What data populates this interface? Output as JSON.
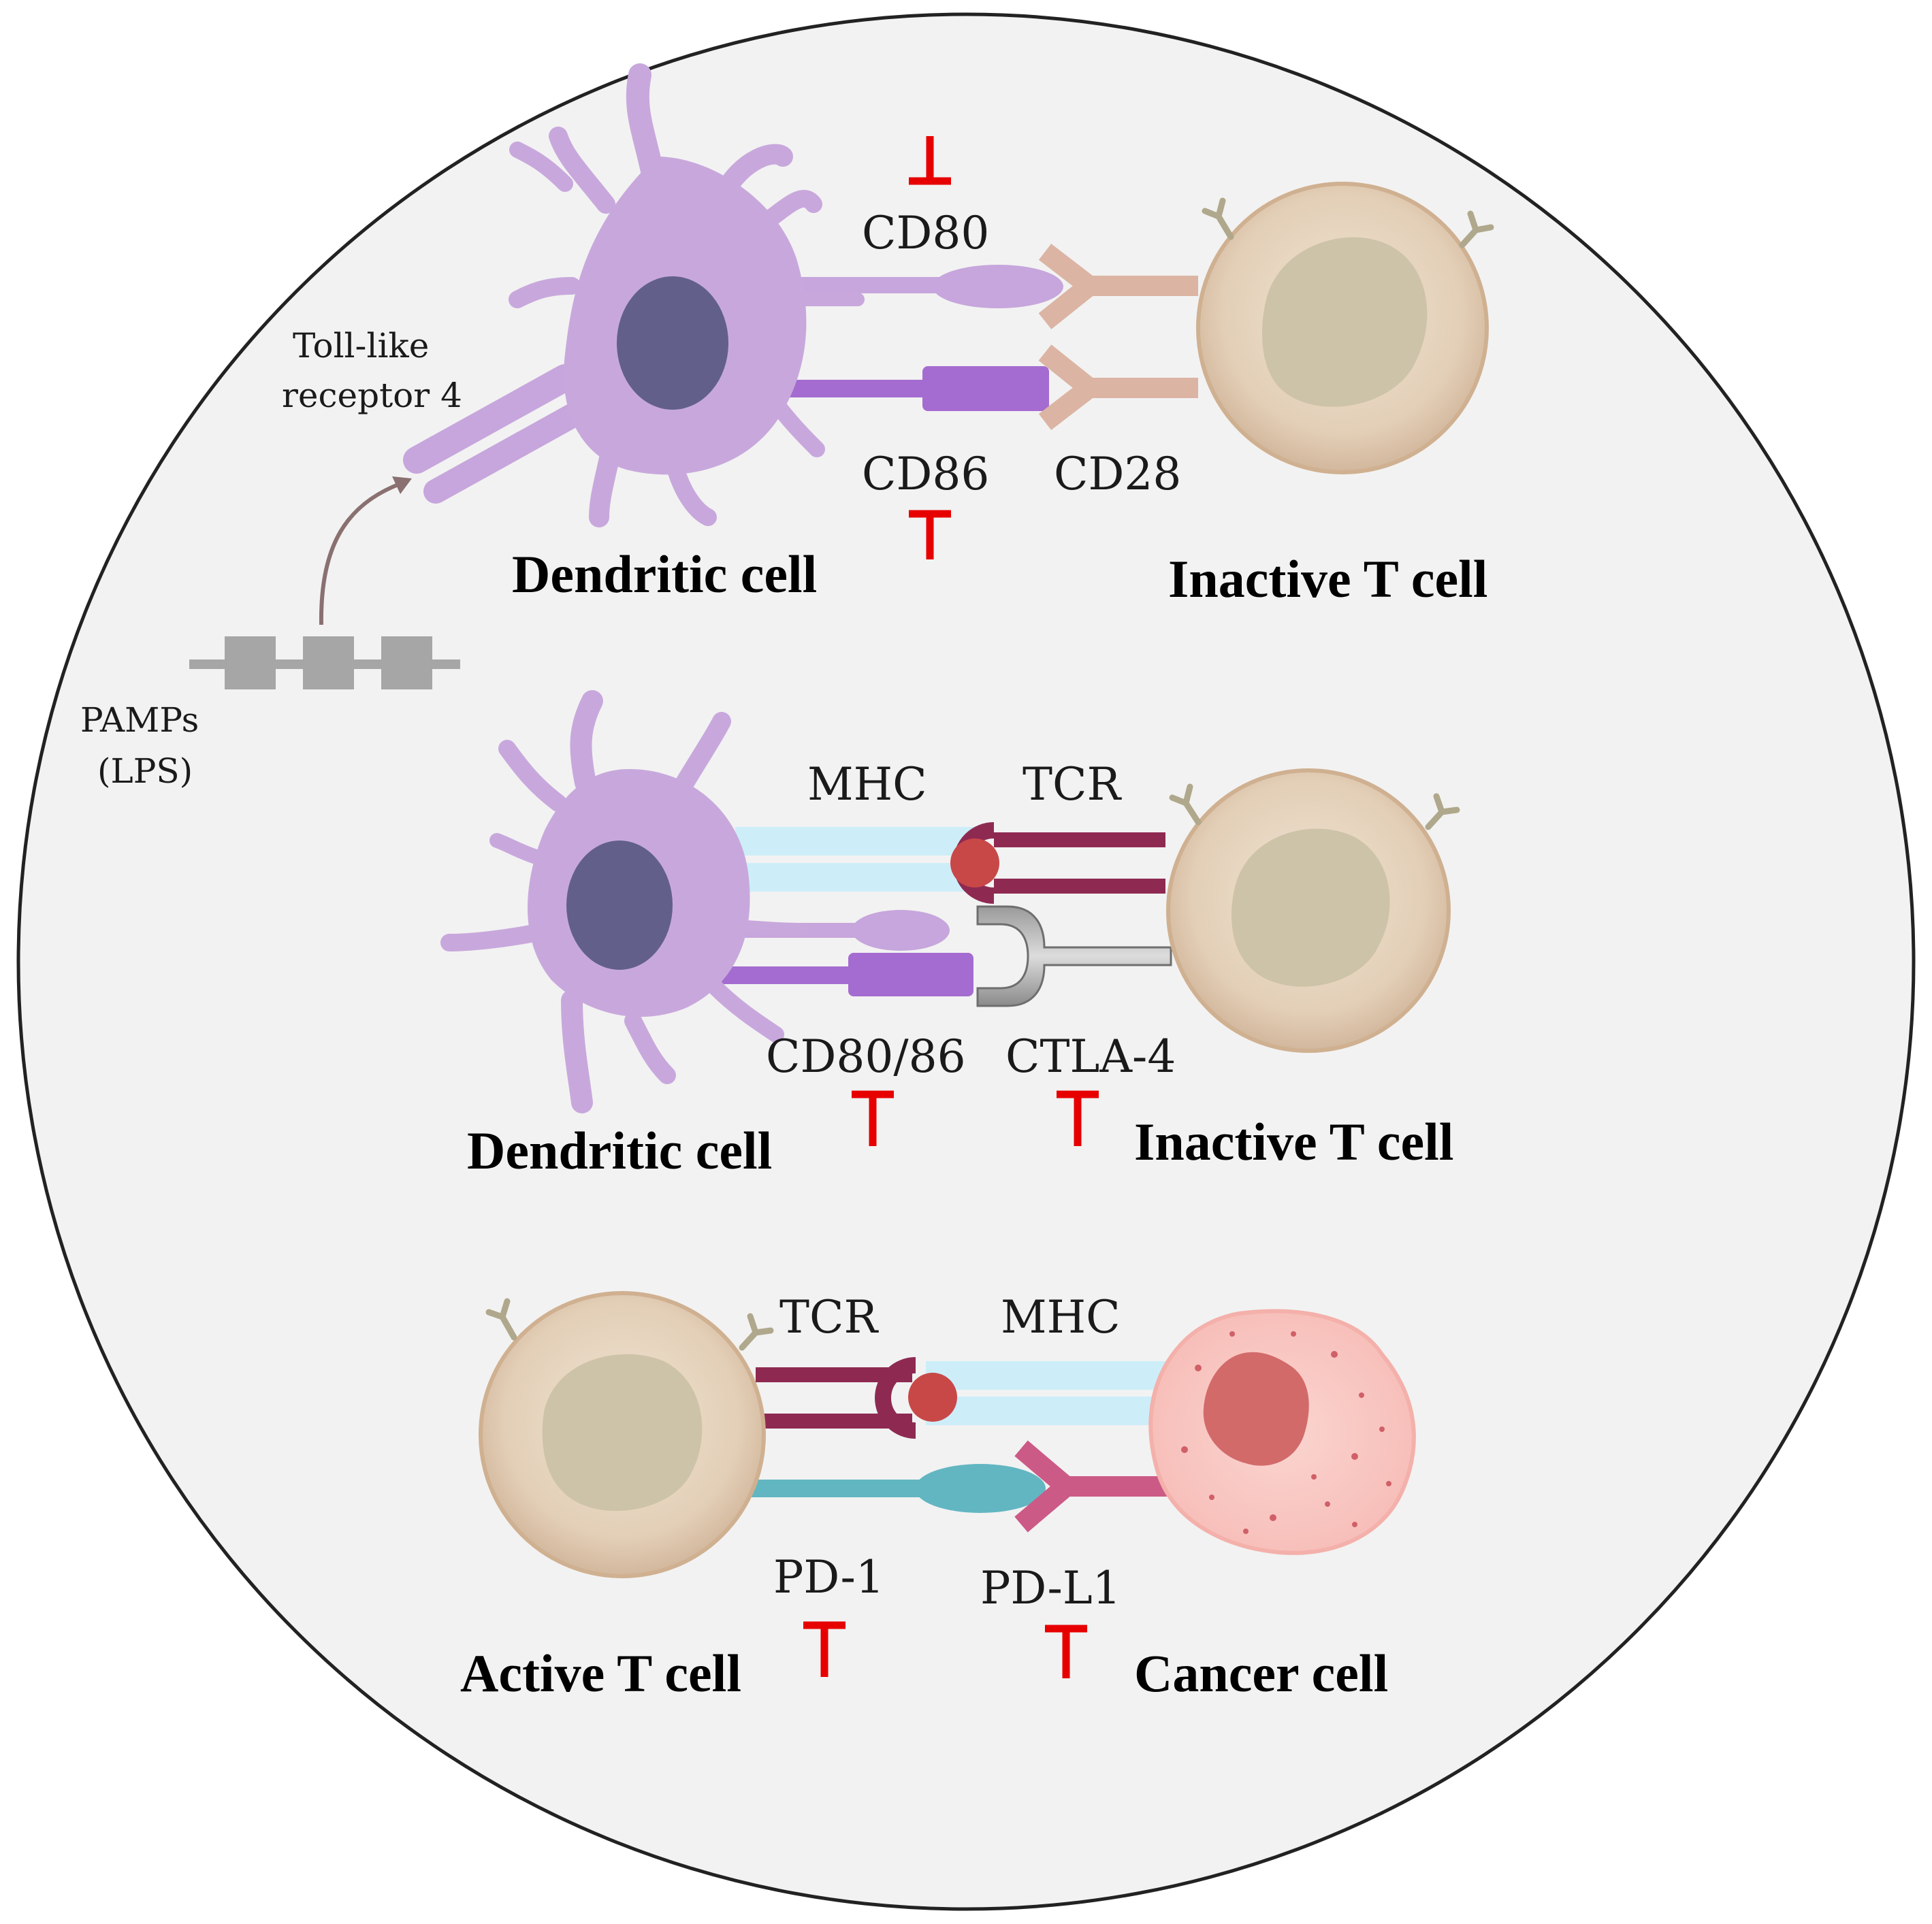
{
  "panel1": {
    "tlr_label_line1": "Toll-like",
    "tlr_label_line2": "receptor 4",
    "pamps_line1": "PAMPs",
    "pamps_line2": "(LPS)",
    "cd80": "CD80",
    "cd86": "CD86",
    "cd28": "CD28",
    "left_cell": "Dendritic cell",
    "right_cell": "Inactive T cell"
  },
  "panel2": {
    "mhc": "MHC",
    "tcr": "TCR",
    "cd80_86": "CD80/86",
    "ctla4": "CTLA-4",
    "left_cell": "Dendritic cell",
    "right_cell": "Inactive T cell"
  },
  "panel3": {
    "tcr": "TCR",
    "mhc": "MHC",
    "pd1": "PD-1",
    "pdl1": "PD-L1",
    "left_cell": "Active T cell",
    "right_cell": "Cancer cell"
  },
  "colors": {
    "background_circle": "#f2f2f2",
    "dendritic": "#c8a8dc",
    "nucleus_dc": "#62608a",
    "t_cell": "#e6d4be",
    "t_nucleus": "#cdc3a8",
    "cd80": "#c6a6dc",
    "cd86": "#a46cd0",
    "cd28": "#dcb4a4",
    "mhc": "#cdeef8",
    "tcr": "#8e2a52",
    "antigen": "#c84848",
    "ctla4": "#8c8c8c",
    "pd1": "#62b6c2",
    "pdl1": "#cc5a86",
    "cancer": "#fac8c4",
    "cancer_nucleus": "#d26a6a",
    "block": "#e60000"
  }
}
